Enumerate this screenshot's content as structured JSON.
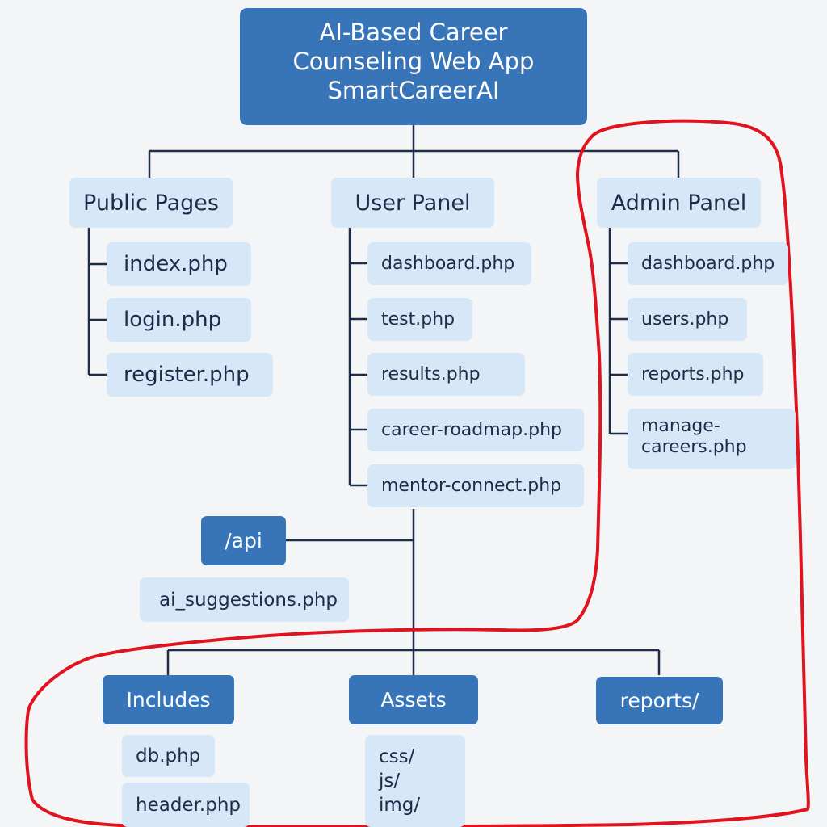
{
  "title": {
    "lines": [
      "AI-Based Career",
      "Counseling Web App",
      "SmartCareerAI"
    ]
  },
  "public_pages": {
    "label": "Public Pages",
    "files": [
      "index.php",
      "login.php",
      "register.php"
    ]
  },
  "user_panel": {
    "label": "User Panel",
    "files": [
      "dashboard.php",
      "test.php",
      "results.php",
      "career-roadmap.php",
      "mentor-connect.php"
    ]
  },
  "admin_panel": {
    "label": "Admin Panel",
    "files": [
      "dashboard.php",
      "users.php",
      "reports.php"
    ],
    "multiline_file": [
      "manage-",
      "careers.php"
    ]
  },
  "api": {
    "label": "/api",
    "files": [
      "ai_suggestions.php"
    ]
  },
  "includes": {
    "label": "Includes",
    "files": [
      "db.php",
      "header.php"
    ]
  },
  "assets": {
    "label": "Assets",
    "folders": [
      "css/",
      "js/",
      "img/"
    ]
  },
  "reports": {
    "label": "reports/"
  },
  "colors": {
    "primary_blue": "#3874b8",
    "light_blue": "#d6e8f8",
    "connector": "#1d2c48",
    "highlight_red": "#e0141e"
  }
}
